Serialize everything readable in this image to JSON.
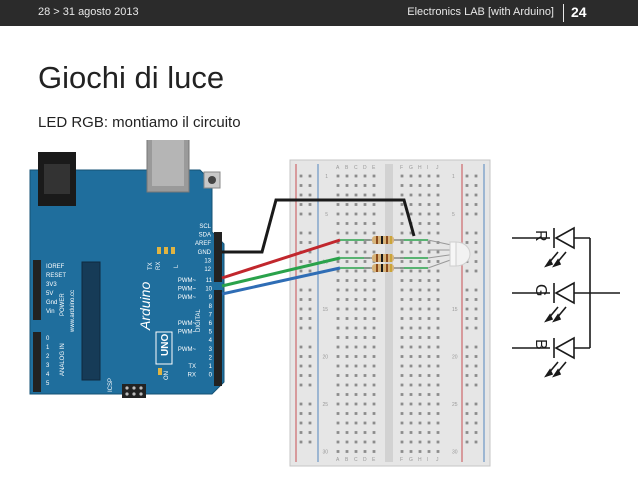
{
  "header": {
    "date": "28 > 31 agosto 2013",
    "course": "Electronics LAB [with Arduino]",
    "page": "24"
  },
  "slide": {
    "title": "Giochi di luce",
    "subtitle": "LED RGB: montiamo il circuito"
  },
  "board": {
    "right_header_top": [
      "SCL",
      "SDA",
      "AREF",
      "GND",
      "13",
      "12"
    ],
    "right_pins": [
      {
        "label": "PWM~",
        "num": "11"
      },
      {
        "label": "PWM~",
        "num": "10"
      },
      {
        "label": "PWM~",
        "num": "9"
      },
      {
        "label": "",
        "num": "8"
      },
      {
        "label": "",
        "num": "7"
      },
      {
        "label": "PWM~",
        "num": "6"
      },
      {
        "label": "PWM~",
        "num": "5"
      },
      {
        "label": "",
        "num": "4"
      },
      {
        "label": "PWM~",
        "num": "3"
      },
      {
        "label": "",
        "num": "2"
      },
      {
        "label": "TX",
        "num": "1"
      },
      {
        "label": "RX",
        "num": "0"
      }
    ],
    "left_power": [
      "IOREF",
      "RESET",
      "3V3",
      "5V",
      "Gnd",
      "Vin"
    ],
    "analog_pins": [
      "0",
      "1",
      "2",
      "3",
      "4",
      "5"
    ],
    "logo": "Arduino",
    "model": "UNO",
    "power_label": "POWER",
    "analog_label": "ANALOG IN",
    "digital_label": "DIGITAL",
    "url": "www.arduino.cc",
    "on_label": "ON",
    "led_labels": [
      "L",
      "TX",
      "RX"
    ],
    "icsp": "ICSP"
  },
  "breadboard": {
    "cols_top": [
      "A",
      "B",
      "C",
      "D",
      "E",
      "F",
      "G",
      "H",
      "I",
      "J"
    ],
    "rows": [
      "1",
      "5",
      "10",
      "15",
      "20",
      "25",
      "30"
    ]
  },
  "schematic": {
    "labels": [
      "R",
      "G",
      "B"
    ]
  },
  "colors": {
    "header_bg": "#2b2b2b",
    "arduino_blue": "#1f6e9d",
    "wire_red": "#c1272d",
    "wire_green": "#2aa24b",
    "wire_blue": "#2f6db5",
    "wire_black": "#1a1a1a"
  }
}
